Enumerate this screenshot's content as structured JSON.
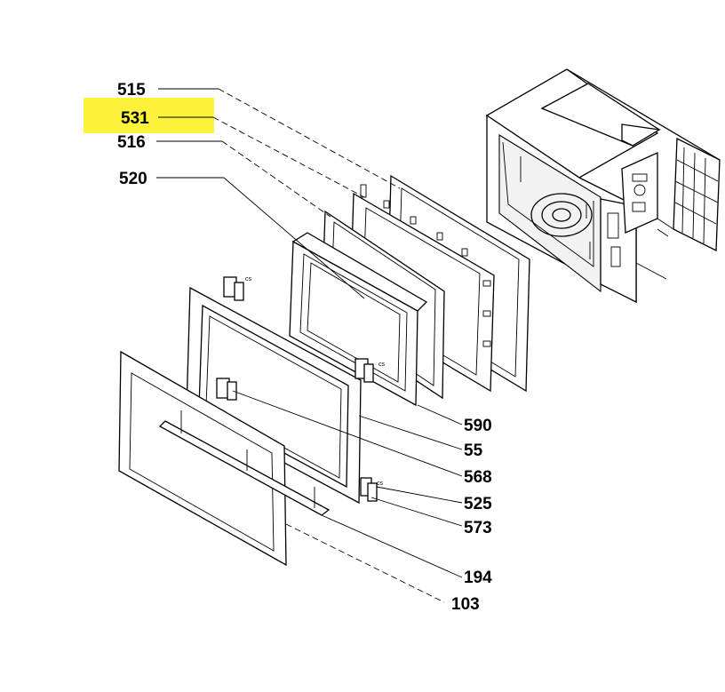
{
  "diagram": {
    "highlight_color": "#fff23a",
    "highlighted_label": "531",
    "labels_left": [
      "515",
      "531",
      "516",
      "520"
    ],
    "labels_right": [
      "590",
      "55",
      "568",
      "525",
      "573",
      "194",
      "103"
    ]
  }
}
